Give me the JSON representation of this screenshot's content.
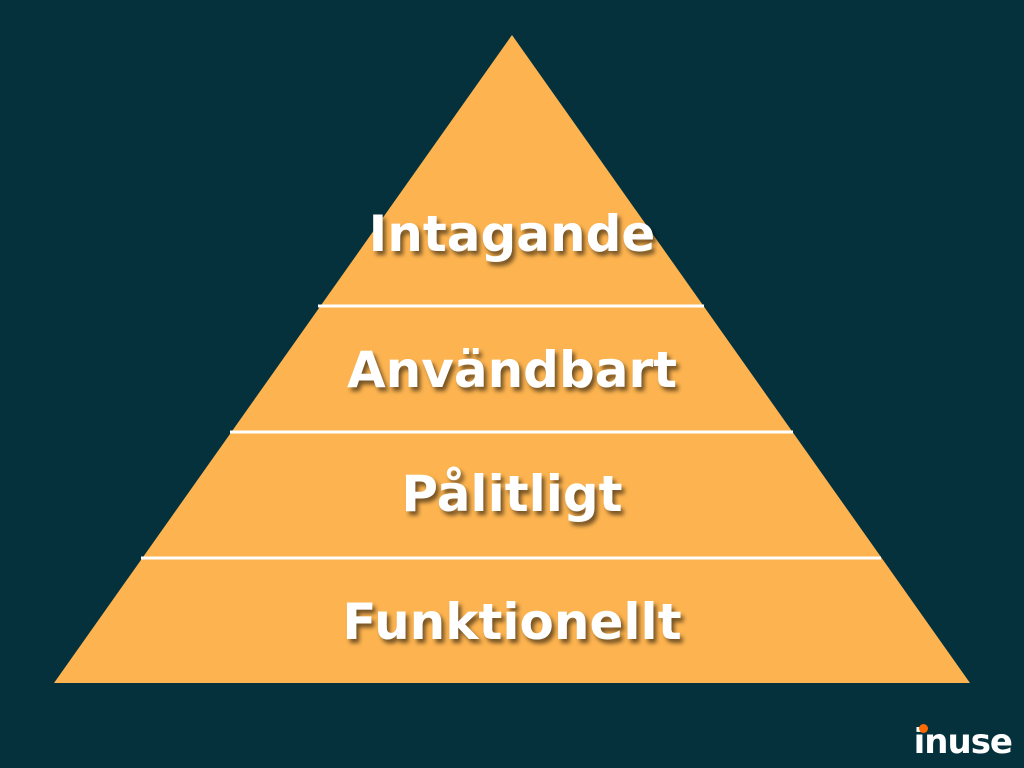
{
  "pyramid": {
    "levels": [
      {
        "label": "Intagande"
      },
      {
        "label": "Användbart"
      },
      {
        "label": "Pålitligt"
      },
      {
        "label": "Funktionellt"
      }
    ],
    "fill_color": "#fdb450",
    "divider_color": "#ffffff",
    "background_color": "#05313c"
  },
  "logo": {
    "text": "inuse",
    "accent_color": "#ff6a00"
  }
}
